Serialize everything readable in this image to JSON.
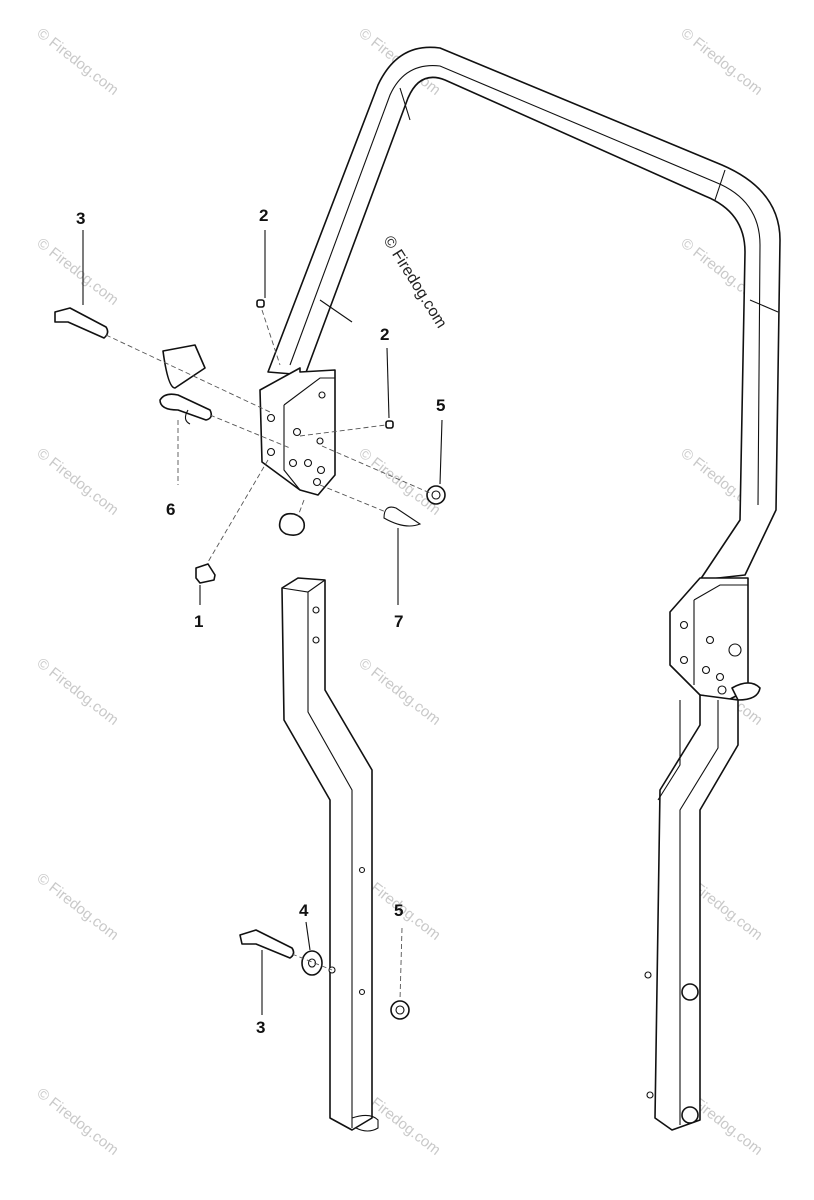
{
  "diagram": {
    "callouts": [
      "3",
      "2",
      "2",
      "5",
      "6",
      "1",
      "7",
      "4",
      "5",
      "3"
    ],
    "watermark_center": "© Firedog.com",
    "watermark_tile": "© Firedog.com"
  }
}
